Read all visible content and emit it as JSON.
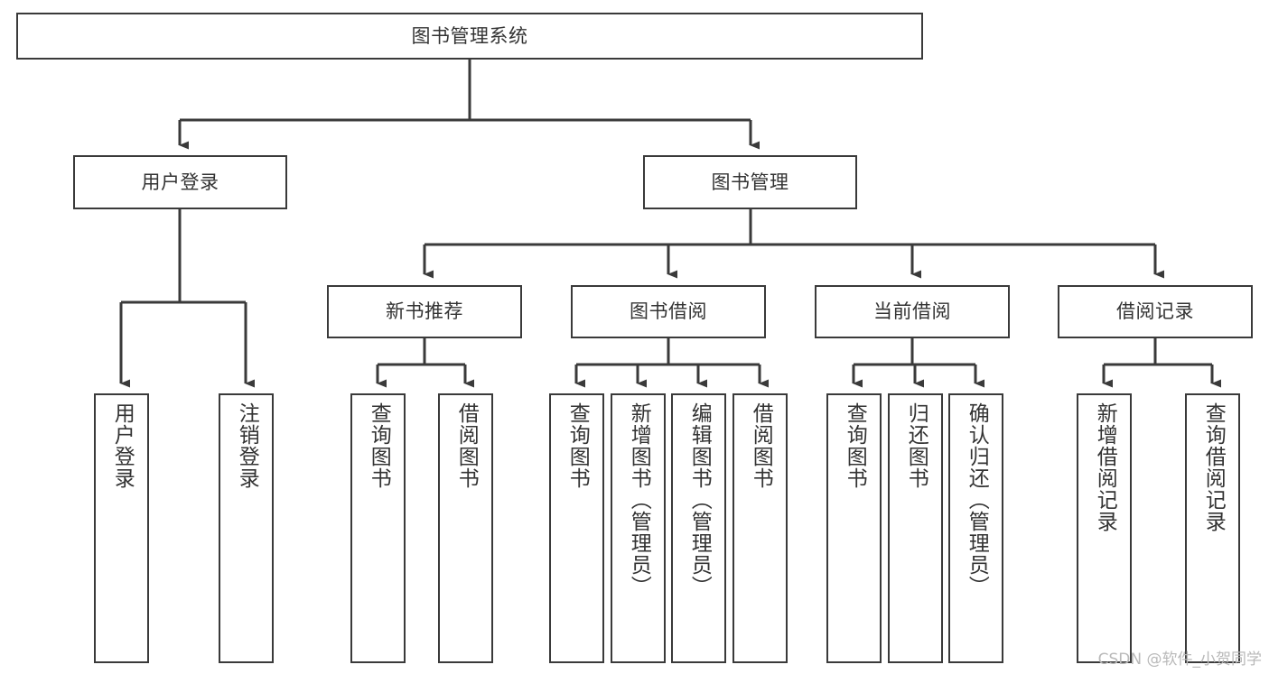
{
  "diagram": {
    "title": "图书管理系统",
    "type": "tree-hierarchy-diagram",
    "colors": {
      "box_border": "#3a3a3a",
      "box_fill": "#ffffff",
      "text": "#333333",
      "edge": "#3a3a3a",
      "watermark": "#b9b9b9",
      "background": "#ffffff"
    },
    "root": {
      "label": "图书管理系统"
    },
    "level2": [
      {
        "label": "用户登录"
      },
      {
        "label": "图书管理"
      }
    ],
    "level3": [
      {
        "label": "新书推荐"
      },
      {
        "label": "图书借阅"
      },
      {
        "label": "当前借阅"
      },
      {
        "label": "借阅记录"
      }
    ],
    "leaves": {
      "user_login": [
        {
          "label": "用户登录"
        },
        {
          "label": "注销登录"
        }
      ],
      "new_book_recommend": [
        {
          "label": "查询图书"
        },
        {
          "label": "借阅图书"
        }
      ],
      "book_borrow": [
        {
          "label": "查询图书"
        },
        {
          "label": "新增图书（管理员）"
        },
        {
          "label": "编辑图书（管理员）"
        },
        {
          "label": "借阅图书"
        }
      ],
      "current_borrow": [
        {
          "label": "查询图书"
        },
        {
          "label": "归还图书"
        },
        {
          "label": "确认归还（管理员）"
        }
      ],
      "borrow_record": [
        {
          "label": "新增借阅记录"
        },
        {
          "label": "查询借阅记录"
        }
      ]
    }
  },
  "watermark": {
    "text": "CSDN @软件_小贺同学"
  }
}
